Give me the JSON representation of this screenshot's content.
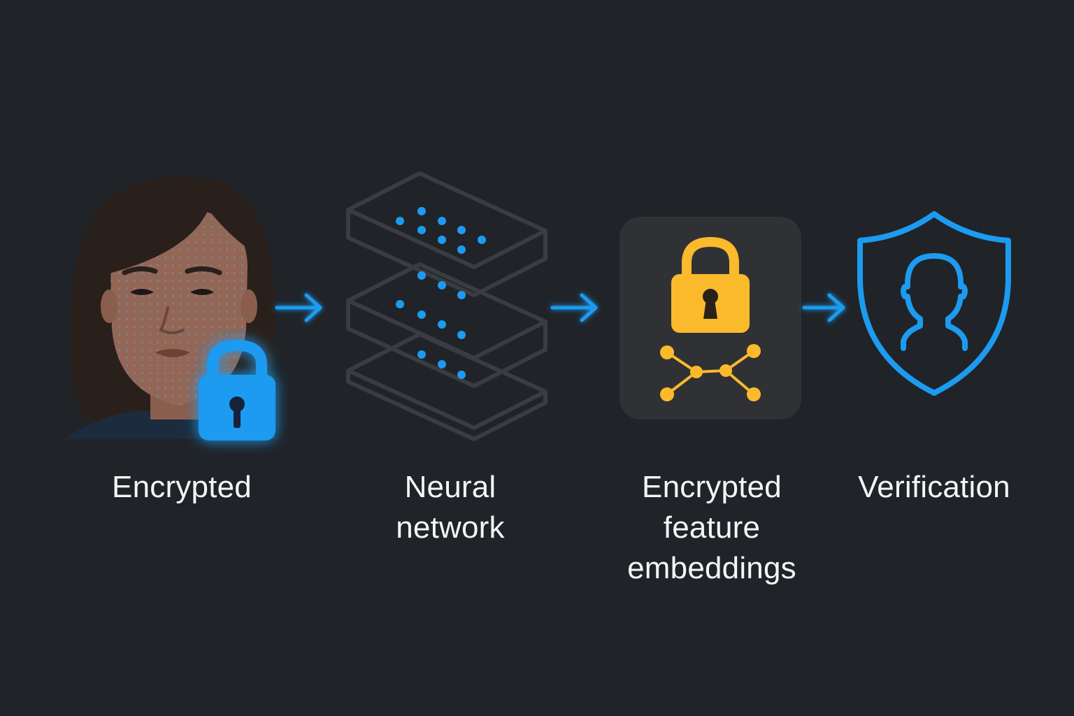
{
  "steps": [
    {
      "label": "Encrypted",
      "icon": "face-with-lock-icon"
    },
    {
      "label": "Neural\nnetwork",
      "icon": "layered-network-icon"
    },
    {
      "label": "Encrypted\nfeature\nembeddings",
      "icon": "padlock-with-graph-icon"
    },
    {
      "label": "Verification",
      "icon": "shield-with-person-icon"
    }
  ],
  "connectors": [
    "arrow-right-icon",
    "arrow-right-icon",
    "arrow-right-icon"
  ],
  "colors": {
    "background": "#202328",
    "accent_blue": "#1c9bf0",
    "accent_yellow": "#fbb92c",
    "outline_gray": "#3a3d42",
    "panel": "#2f3135",
    "text": "#f5f5f5"
  }
}
